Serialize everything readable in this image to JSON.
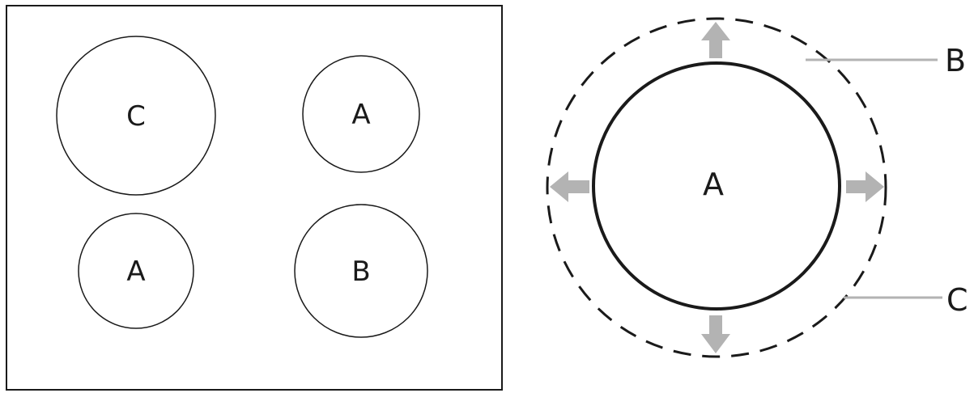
{
  "colors": {
    "line": "#1a1a1a",
    "arrow": "#b3b3b3",
    "callout": "#b3b3b3",
    "background": "#ffffff"
  },
  "cooktop": {
    "zones": [
      {
        "label": "C"
      },
      {
        "label": "A"
      },
      {
        "label": "A"
      },
      {
        "label": "B"
      }
    ]
  },
  "detail": {
    "inner_label": "A",
    "callouts": [
      {
        "label": "B"
      },
      {
        "label": "C"
      }
    ],
    "arrow_icons": [
      "arrow-up-icon",
      "arrow-left-icon",
      "arrow-right-icon",
      "arrow-down-icon"
    ]
  }
}
